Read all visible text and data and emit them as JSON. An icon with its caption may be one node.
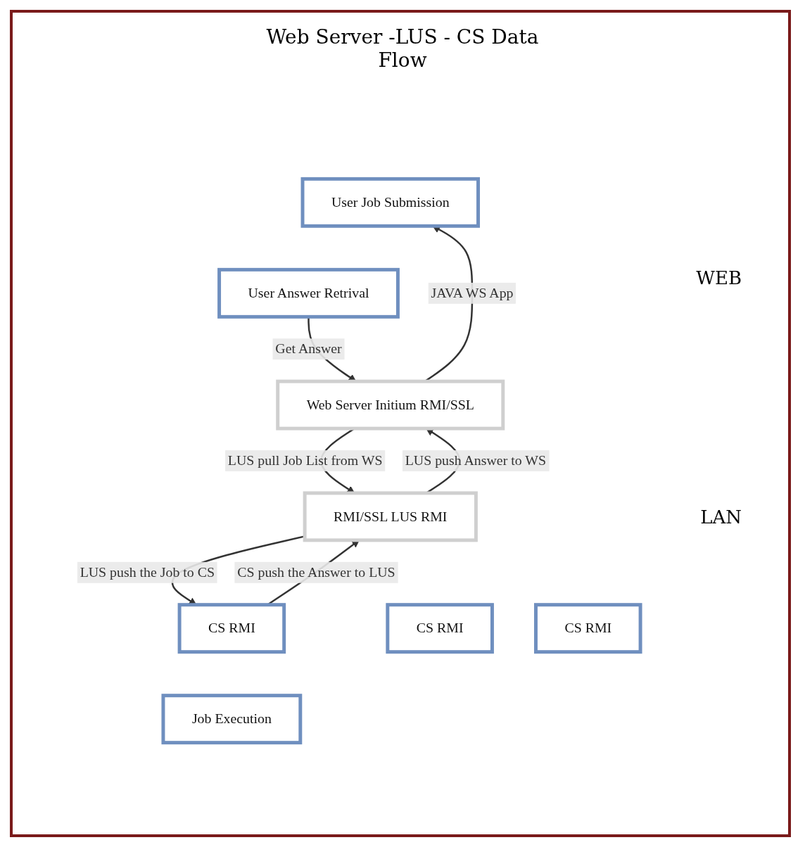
{
  "diagram": {
    "title": "Web Server -LUS - CS Data Flow",
    "nodes": [
      {
        "text": [
          "User Job Submission"
        ]
      },
      {
        "text": [
          "Web Server Initium RMI/SSL"
        ]
      },
      {
        "text": [
          "User Answer Retrival"
        ]
      },
      {
        "text": [
          "RMI/SSL LUS RMI"
        ]
      },
      {
        "text": [
          "CS RMI"
        ]
      },
      {
        "text": [
          "CS RMI"
        ]
      },
      {
        "text": [
          "CS RMI"
        ]
      },
      {
        "text": [
          "Job Execution"
        ]
      }
    ],
    "edges": [
      {
        "from": 1,
        "to": 0,
        "arrow": "to",
        "label": "JAVA WS App"
      },
      {
        "from": 2,
        "to": 1,
        "arrow": "to",
        "label": "Get Answer"
      },
      {
        "from": 1,
        "to": 3,
        "arrow": "to",
        "label": "LUS pull Job List from WS"
      },
      {
        "from": 3,
        "to": 1,
        "arrow": "to",
        "label": "LUS push Answer to WS"
      },
      {
        "from": 3,
        "to": 4,
        "arrow": "to",
        "label": "LUS push the Job to CS"
      },
      {
        "from": 4,
        "to": 3,
        "arrow": "to",
        "label": "CS push the Answer to LUS"
      }
    ],
    "labels": [
      "WEB",
      "LAN"
    ]
  }
}
